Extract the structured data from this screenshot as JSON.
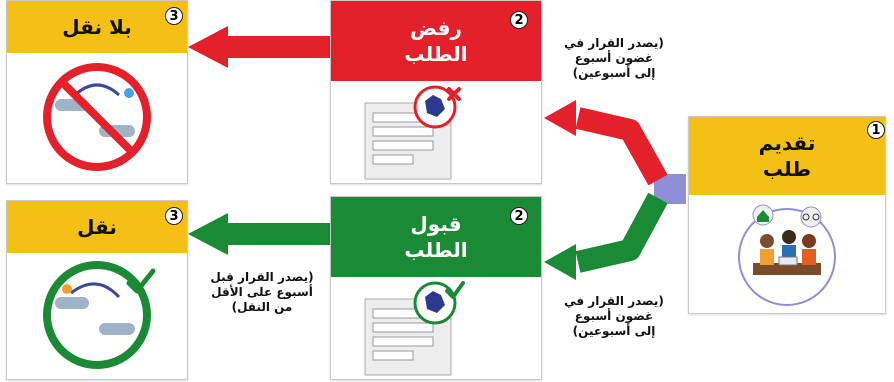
{
  "steps": {
    "submit": {
      "number": "1",
      "title": "تقديم\nطلب"
    },
    "reject": {
      "number": "2",
      "title": "رفض\nالطلب"
    },
    "accept": {
      "number": "2",
      "title": "قبول\nالطلب"
    },
    "no_transfer": {
      "number": "3",
      "title": "بلا نقل"
    },
    "transfer": {
      "number": "3",
      "title": "نقل"
    }
  },
  "notes": {
    "reject_timing": "(يصدر القرار في\nغضون أسبوع\nإلى أسبوعين)",
    "accept_timing": "(يصدر القرار في\nغضون أسبوع\nإلى أسبوعين)",
    "transfer_timing": "(يصدر القرار قبل\nأسبوع على الأقل\nمن النقل)"
  },
  "colors": {
    "yellow": "#f5c015",
    "red": "#e4202b",
    "green": "#1a8a34",
    "connector": "#8e8fd6"
  }
}
